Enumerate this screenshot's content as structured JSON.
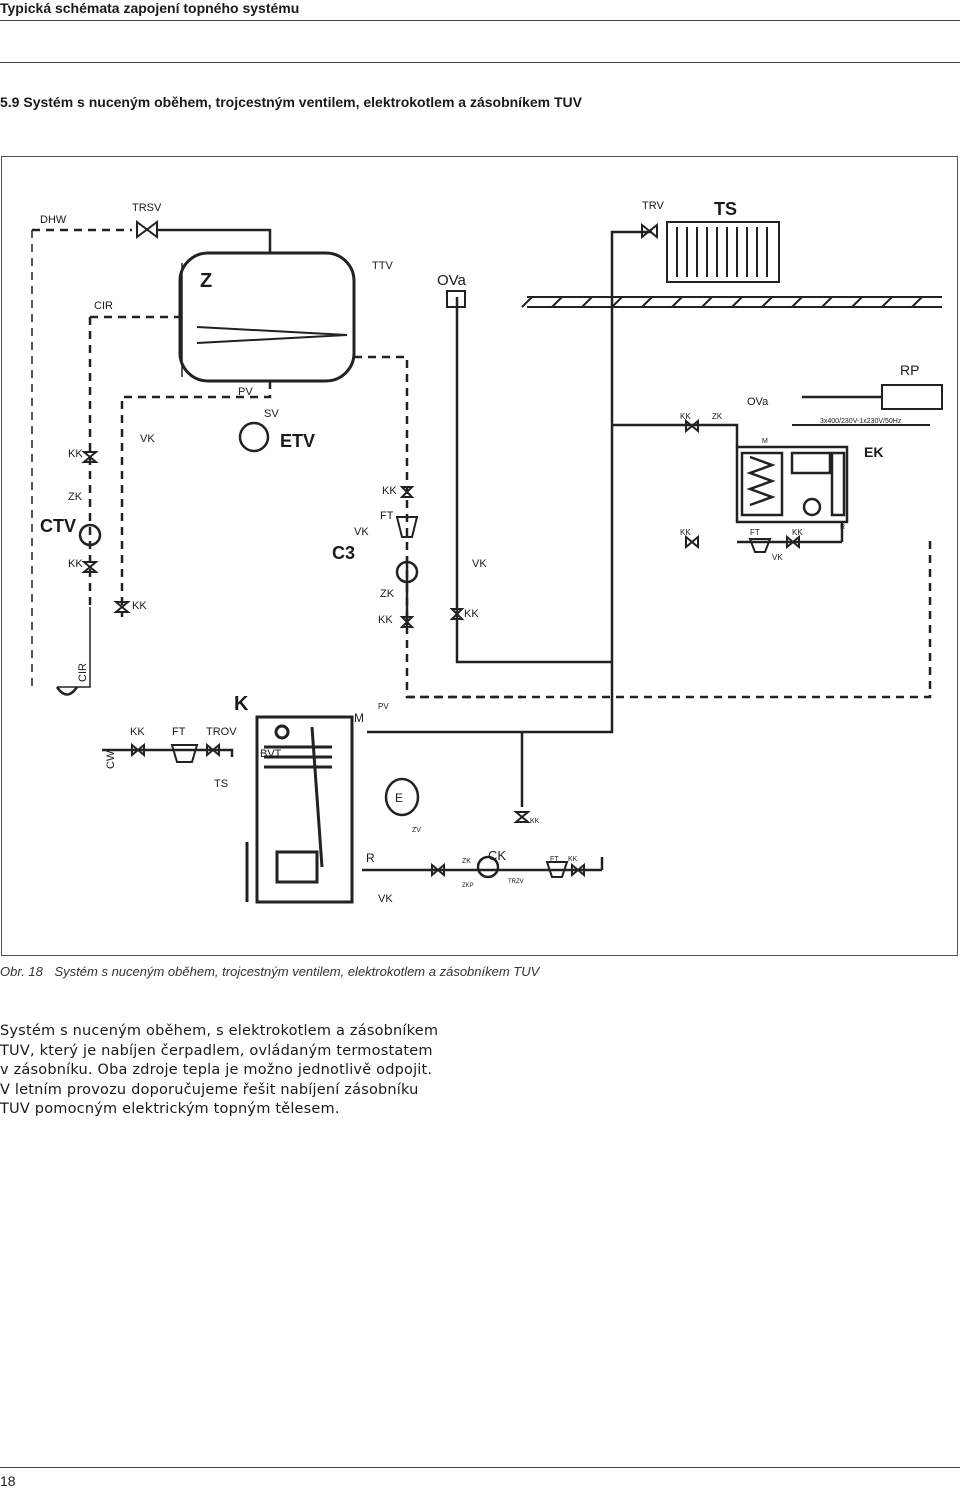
{
  "header": {
    "running_title": "Typická schémata zapojení topného systému"
  },
  "section": {
    "title": "5.9  Systém s nuceným oběhem, trojcestným ventilem, elektrokotlem a zásobníkem TUV"
  },
  "figure": {
    "caption_number": "Obr. 18",
    "caption_text": "Systém s nuceným oběhem, trojcestným ventilem, elektrokotlem a zásobníkem TUV",
    "labels": {
      "dhw": "DHW",
      "trsv": "TRSV",
      "z": "Z",
      "ttv": "TTV",
      "ova_top": "OVa",
      "trv": "TRV",
      "ts_top": "TS",
      "cir_top": "CIR",
      "pv_top": "PV",
      "sv": "SV",
      "etv": "ETV",
      "vk_left": "VK",
      "kk1": "KK",
      "zk1": "ZK",
      "ctv": "CTV",
      "kk2": "KK",
      "kk3": "KK",
      "cir_side": "CIR",
      "rp": "RP",
      "ova_ek": "OVa",
      "kk_ek": "KK",
      "zk_ek": "ZK",
      "power": "3x400/230V-1x230V/50Hz",
      "ek": "EK",
      "m_ek": "M",
      "r_ek": "R",
      "kk_ret1": "KK",
      "ft_ret": "FT",
      "kk_ret2": "KK",
      "vk_ret": "VK",
      "kk_mid": "KK",
      "ft_mid": "FT",
      "vk_mid": "VK",
      "c3": "C3",
      "zk_mid": "ZK",
      "kk_mid2": "KK",
      "vk_right": "VK",
      "kk_right": "KK",
      "k": "K",
      "m_k": "M",
      "pv_k": "PV",
      "bvt": "BVT",
      "kk_cw": "KK",
      "ft_cw": "FT",
      "trov": "TROV",
      "cw": "CW",
      "ts_bottom": "TS",
      "e": "E",
      "zv": "ZV",
      "kk_e": "KK",
      "r_k": "R",
      "vk_bottom": "VK",
      "zk_bot": "ZK",
      "ck": "CK",
      "zkp": "ZKP",
      "trzv": "TRZV",
      "ft_bot": "FT",
      "kk_bot": "KK"
    }
  },
  "body": {
    "lines": [
      "Systém s nuceným oběhem, s elektrokotlem a zásobníkem",
      "TUV, který je nabíjen čerpadlem, ovládaným termostatem",
      "v zásobníku. Oba zdroje tepla je možno jednotlivě odpojit.",
      "V letním provozu doporučujeme řešit nabíjení zásobníku",
      "TUV pomocným elektrickým topným tělesem."
    ]
  },
  "footer": {
    "page_number": "18"
  }
}
